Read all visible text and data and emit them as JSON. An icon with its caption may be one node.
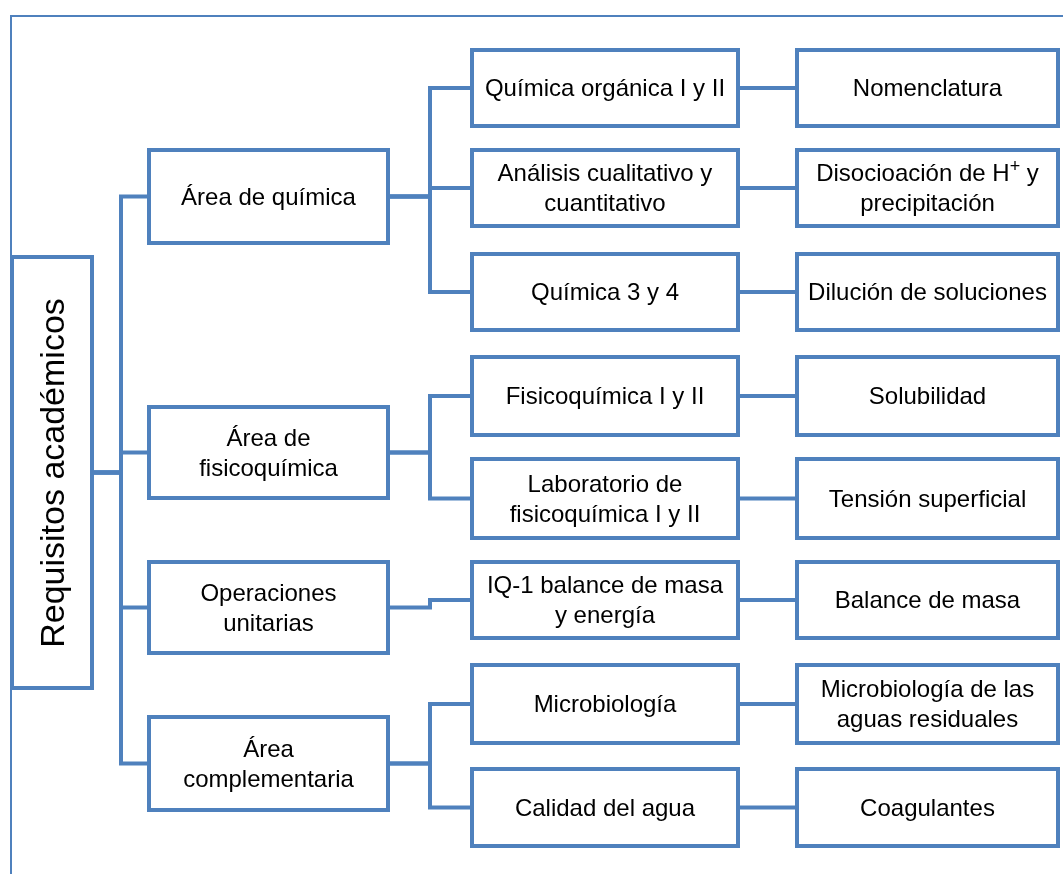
{
  "diagram": {
    "nodes": [
      {
        "text": [
          "Requisitos académicos"
        ]
      },
      {
        "text": [
          "Área de química"
        ]
      },
      {
        "text": [
          "Química orgánica I y II"
        ]
      },
      {
        "text": [
          "Nomenclatura"
        ]
      },
      {
        "text": [
          "Análisis  cualitativo y cuantitativo"
        ]
      },
      {
        "text": [
          "Disocioación de H$^{+}$ y precipitación"
        ]
      },
      {
        "text": [
          "Química 3 y 4"
        ]
      },
      {
        "text": [
          "Dilución de soluciones"
        ]
      },
      {
        "text": [
          "Área de fisicoquímica"
        ]
      },
      {
        "text": [
          "Fisicoquímica I y II"
        ]
      },
      {
        "text": [
          "Solubilidad"
        ]
      },
      {
        "text": [
          "Laboratorio de fisicoquímica I y II"
        ]
      },
      {
        "text": [
          "Tensión superficial"
        ]
      },
      {
        "text": [
          "Operaciones unitarias"
        ]
      },
      {
        "text": [
          "IQ-1 balance de masa y energía"
        ]
      },
      {
        "text": [
          "Balance de masa"
        ]
      },
      {
        "text": [
          "Área complementaria"
        ]
      },
      {
        "text": [
          "Microbiología"
        ]
      },
      {
        "text": [
          "Microbiología de las aguas residuales"
        ]
      },
      {
        "text": [
          "Calidad del agua"
        ]
      },
      {
        "text": [
          "Coagulantes"
        ]
      }
    ],
    "edges": [
      {
        "from": 0,
        "to": 1,
        "arrow": "none"
      },
      {
        "from": 0,
        "to": 8,
        "arrow": "none"
      },
      {
        "from": 0,
        "to": 13,
        "arrow": "none"
      },
      {
        "from": 0,
        "to": 16,
        "arrow": "none"
      },
      {
        "from": 1,
        "to": 2,
        "arrow": "none"
      },
      {
        "from": 1,
        "to": 4,
        "arrow": "none"
      },
      {
        "from": 1,
        "to": 6,
        "arrow": "none"
      },
      {
        "from": 2,
        "to": 3,
        "arrow": "none"
      },
      {
        "from": 4,
        "to": 5,
        "arrow": "none"
      },
      {
        "from": 6,
        "to": 7,
        "arrow": "none"
      },
      {
        "from": 8,
        "to": 9,
        "arrow": "none"
      },
      {
        "from": 8,
        "to": 11,
        "arrow": "none"
      },
      {
        "from": 9,
        "to": 10,
        "arrow": "none"
      },
      {
        "from": 11,
        "to": 12,
        "arrow": "none"
      },
      {
        "from": 13,
        "to": 14,
        "arrow": "none"
      },
      {
        "from": 14,
        "to": 15,
        "arrow": "none"
      },
      {
        "from": 16,
        "to": 17,
        "arrow": "none"
      },
      {
        "from": 16,
        "to": 19,
        "arrow": "none"
      },
      {
        "from": 17,
        "to": 18,
        "arrow": "none"
      },
      {
        "from": 19,
        "to": 20,
        "arrow": "none"
      }
    ]
  }
}
